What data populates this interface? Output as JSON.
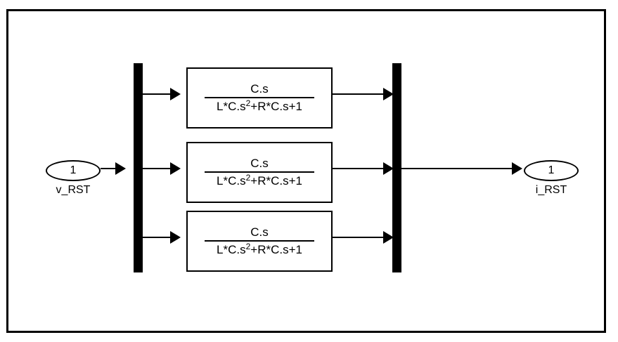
{
  "diagram": {
    "type": "simulink-block-diagram",
    "background_color": "#ffffff",
    "line_color": "#000000",
    "frame_color": "#000000",
    "input_port": {
      "number": "1",
      "label": "v_RST"
    },
    "output_port": {
      "number": "1",
      "label": "i_RST"
    },
    "demux": {
      "name": "demux-bar",
      "outputs": 3
    },
    "mux": {
      "name": "mux-bar",
      "inputs": 3
    },
    "transfer_functions": [
      {
        "numerator": "C.s",
        "denominator_pre": "L*C.s",
        "denominator_exp": "2",
        "denominator_post": "+R*C.s+1"
      },
      {
        "numerator": "C.s",
        "denominator_pre": "L*C.s",
        "denominator_exp": "2",
        "denominator_post": "+R*C.s+1"
      },
      {
        "numerator": "C.s",
        "denominator_pre": "L*C.s",
        "denominator_exp": "2",
        "denominator_post": "+R*C.s+1"
      }
    ]
  }
}
